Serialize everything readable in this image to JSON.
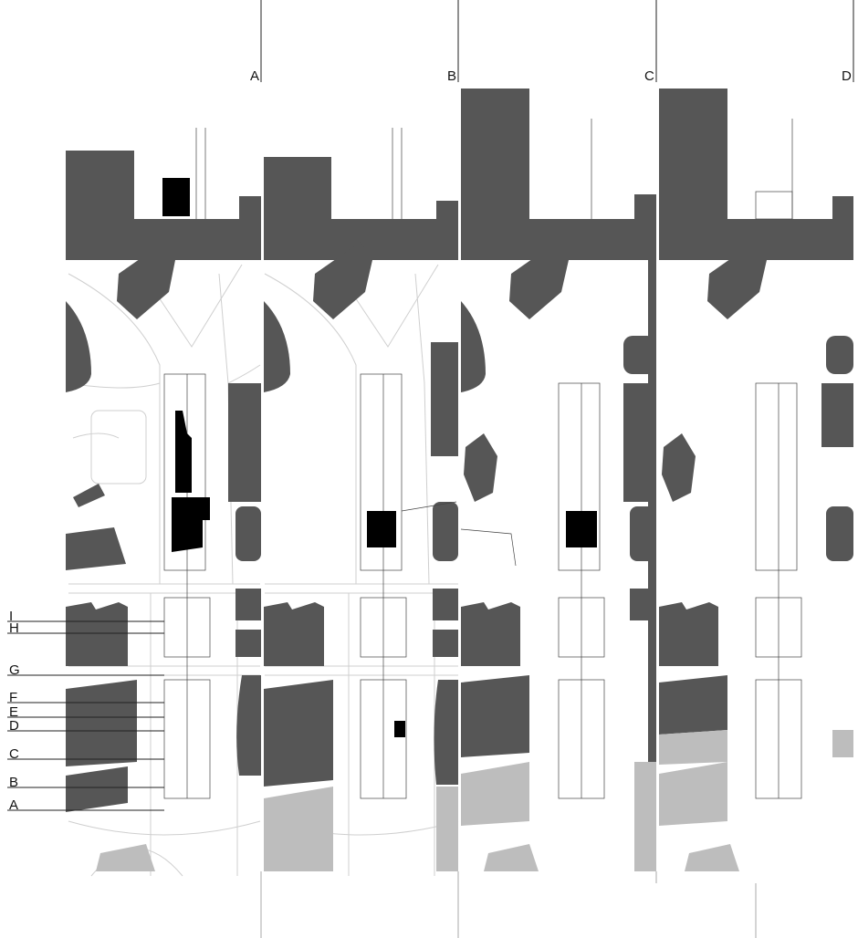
{
  "panels": [
    {
      "id": "A",
      "label": "A"
    },
    {
      "id": "B",
      "label": "B"
    },
    {
      "id": "C",
      "label": "C"
    },
    {
      "id": "D",
      "label": "D"
    }
  ],
  "section_labels": [
    "I",
    "H",
    "G",
    "F",
    "E",
    "D",
    "C",
    "B",
    "A"
  ]
}
